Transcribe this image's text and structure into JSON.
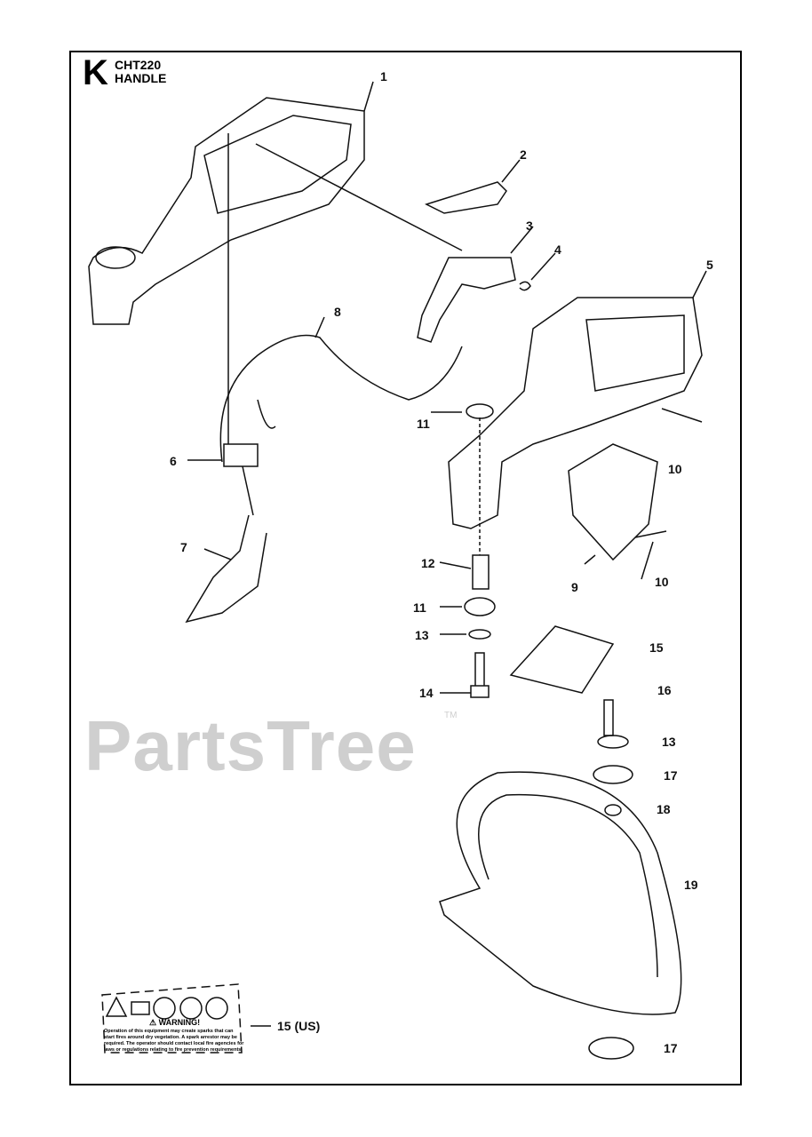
{
  "section": {
    "letter": "K",
    "model": "CHT220",
    "name": "HANDLE"
  },
  "watermark": {
    "text": "PartsTree",
    "trademark": "TM"
  },
  "callouts": [
    {
      "id": "c1",
      "label": "1"
    },
    {
      "id": "c2",
      "label": "2"
    },
    {
      "id": "c3",
      "label": "3"
    },
    {
      "id": "c4",
      "label": "4"
    },
    {
      "id": "c5",
      "label": "5"
    },
    {
      "id": "c6",
      "label": "6"
    },
    {
      "id": "c7",
      "label": "7"
    },
    {
      "id": "c8",
      "label": "8"
    },
    {
      "id": "c9",
      "label": "9"
    },
    {
      "id": "c10a",
      "label": "10"
    },
    {
      "id": "c10b",
      "label": "10"
    },
    {
      "id": "c11a",
      "label": "11"
    },
    {
      "id": "c11b",
      "label": "11"
    },
    {
      "id": "c12",
      "label": "12"
    },
    {
      "id": "c13a",
      "label": "13"
    },
    {
      "id": "c13b",
      "label": "13"
    },
    {
      "id": "c14",
      "label": "14"
    },
    {
      "id": "c15",
      "label": "15"
    },
    {
      "id": "c16",
      "label": "16"
    },
    {
      "id": "c17a",
      "label": "17"
    },
    {
      "id": "c17b",
      "label": "17"
    },
    {
      "id": "c18",
      "label": "18"
    },
    {
      "id": "c19",
      "label": "19"
    },
    {
      "id": "c15us",
      "label": "15 (US)"
    }
  ],
  "warning_label": {
    "title": "⚠ WARNING!",
    "text": "Operation of this equipment may create sparks that can start fires around dry vegetation. A spark arrestor may be required. The operator should contact local fire agencies for laws or regulations relating to fire prevention requirements."
  }
}
